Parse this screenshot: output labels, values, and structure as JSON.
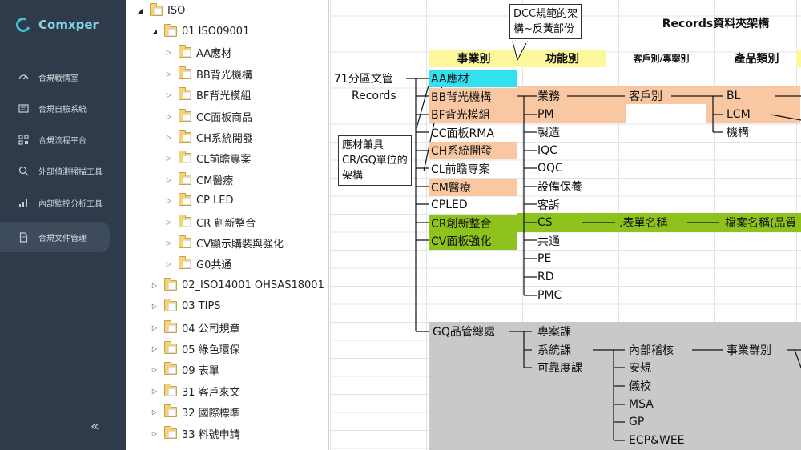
{
  "brand": {
    "name": "Comxper"
  },
  "sidebar": {
    "items": [
      {
        "label": "合規戰情室",
        "icon": "dashboard-icon"
      },
      {
        "label": "合規自檢系統",
        "icon": "checklist-icon"
      },
      {
        "label": "合規流程平台",
        "icon": "flow-icon"
      },
      {
        "label": "外部偵測掃描工具",
        "icon": "search-icon"
      },
      {
        "label": "內部監控分析工具",
        "icon": "bar-chart-icon"
      },
      {
        "label": "合規文件管理",
        "icon": "document-icon",
        "active": true
      }
    ],
    "collapse_glyph": "«"
  },
  "tree": {
    "items": [
      {
        "label": "ISO",
        "level": 0,
        "expanded": true
      },
      {
        "label": "01 ISO09001",
        "level": 1,
        "expanded": true
      },
      {
        "label": "AA應材",
        "level": 2
      },
      {
        "label": "BB背光機構",
        "level": 2
      },
      {
        "label": "BF背光模組",
        "level": 2
      },
      {
        "label": "CC面板商品",
        "level": 2
      },
      {
        "label": "CH系統開發",
        "level": 2
      },
      {
        "label": "CL前瞻專案",
        "level": 2
      },
      {
        "label": "CM醫療",
        "level": 2
      },
      {
        "label": "CP LED",
        "level": 2
      },
      {
        "label": "CR 創新整合",
        "level": 2
      },
      {
        "label": "CV顯示購裝與強化",
        "level": 2
      },
      {
        "label": "G0共通",
        "level": 2
      },
      {
        "label": "02_ISO14001 OHSAS18001",
        "level": 1
      },
      {
        "label": "03 TIPS",
        "level": 1
      },
      {
        "label": "04 公司規章",
        "level": 1
      },
      {
        "label": "05 綠色環保",
        "level": 1
      },
      {
        "label": "09 表單",
        "level": 1
      },
      {
        "label": "31 客戶來文",
        "level": 1
      },
      {
        "label": "32 國際標準",
        "level": 1
      },
      {
        "label": "33 料號申請",
        "level": 1
      }
    ]
  },
  "sheet": {
    "title": "Records資料夾架構",
    "callout_top": [
      "DCC規範的架",
      "構~反黃部份"
    ],
    "callout_left": [
      "應材兼具",
      "CR/GQ單位的",
      "架構"
    ],
    "headers": {
      "business": "事業別",
      "function": "功能別",
      "customer": "客戶別/專案別",
      "product": "產品類別"
    },
    "root": {
      "label": "71分區文管",
      "sub": "Records"
    },
    "business_units": [
      {
        "label": "AA應材",
        "color": "#33e0f0"
      },
      {
        "label": "BB背光機構",
        "color": "#f9c8a2"
      },
      {
        "label": "BF背光模組",
        "color": "#f9c8a2"
      },
      {
        "label": "CC面板RMA",
        "color": ""
      },
      {
        "label": "CH系統開發",
        "color": "#f9c8a2"
      },
      {
        "label": "CL前瞻專案",
        "color": ""
      },
      {
        "label": "CM醫療",
        "color": "#f9c8a2"
      },
      {
        "label": "CPLED",
        "color": ""
      },
      {
        "label": "CR創新整合",
        "color": "#8ec21c"
      },
      {
        "label": "CV面板強化",
        "color": "#8ec21c"
      }
    ],
    "functions": [
      "業務",
      "PM",
      "製造",
      "IQC",
      "OQC",
      "設備保養",
      "客訴",
      "CS",
      "共通",
      "PE",
      "RD",
      "PMC"
    ],
    "customer": "客戶別",
    "products": [
      "BL",
      "LCM",
      "機構"
    ],
    "form_name": ".表單名稱",
    "file_name": "檔案名稱(品質",
    "gq": {
      "label": "GQ品管總處",
      "children": [
        "專案課",
        "系統課",
        "可靠度課"
      ],
      "subs": [
        "內部稽核",
        "安規",
        "儀校",
        "MSA",
        "GP",
        "ECP&WEE"
      ],
      "business_group": "事業群別"
    }
  }
}
